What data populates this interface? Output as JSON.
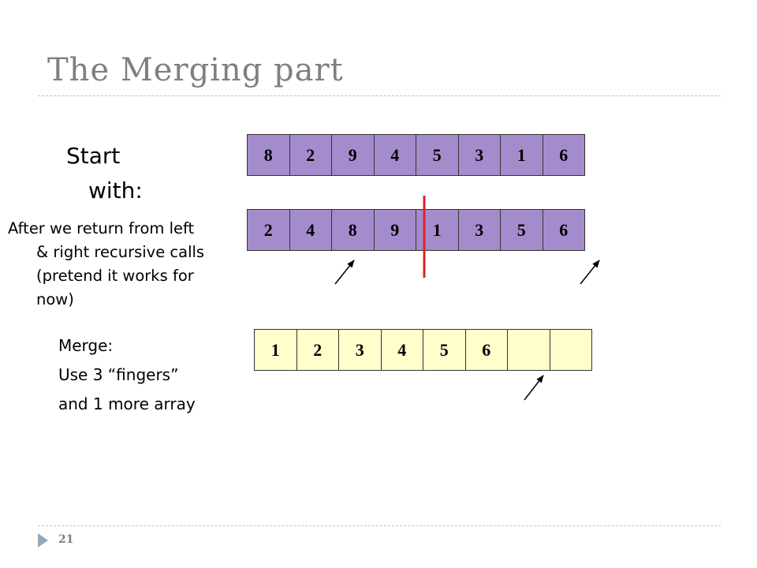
{
  "slide": {
    "title": "The Merging part",
    "page_number": "21"
  },
  "text": {
    "start_line1": "Start",
    "start_line2": "with:",
    "after_line1": "After we return from left",
    "after_line2": "& right recursive calls",
    "after_line3": "(pretend it works for",
    "after_line4": "now)",
    "merge_line1": "Merge:",
    "merge_line2": "Use 3 “fingers”",
    "merge_line3": "and 1 more array"
  },
  "arrays": {
    "start": [
      "8",
      "2",
      "9",
      "4",
      "5",
      "3",
      "1",
      "6"
    ],
    "sorted_halves": [
      "2",
      "4",
      "8",
      "9",
      "1",
      "3",
      "5",
      "6"
    ],
    "merged": [
      "1",
      "2",
      "3",
      "4",
      "5",
      "6",
      "",
      ""
    ]
  },
  "colors": {
    "cell_purple": "#a48ccc",
    "cell_yellow": "#ffffcc",
    "divider_red": "#e0202a",
    "title_gray": "#7f7f7f",
    "rule_blue": "#b7c7d3"
  }
}
